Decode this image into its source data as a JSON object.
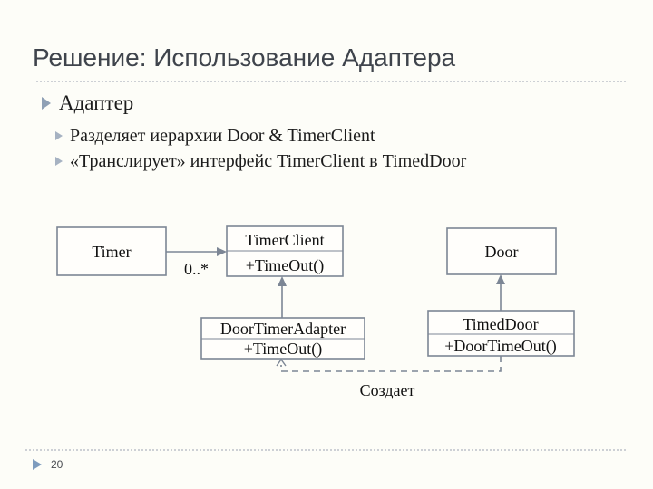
{
  "slide": {
    "title": "Решение: Использование Адаптера",
    "page_number": "20"
  },
  "bullets": {
    "level1": "Адаптер",
    "level2": [
      "Разделяет иерархии Door & TimerClient",
      "«Транслирует» интерфейс TimerClient в TimedDoor"
    ]
  },
  "diagram": {
    "classes": [
      {
        "name": "Timer"
      },
      {
        "name": "TimerClient",
        "method": "+TimeOut()"
      },
      {
        "name": "Door"
      },
      {
        "name": "DoorTimerAdapter",
        "method": "+TimeOut()"
      },
      {
        "name": "TimedDoor",
        "method": "+DoorTimeOut()"
      }
    ],
    "labels": {
      "multiplicity": "0..*",
      "creates": "Создает"
    },
    "relations": [
      {
        "from": "Timer",
        "to": "TimerClient",
        "type": "association",
        "label": "0..*"
      },
      {
        "from": "DoorTimerAdapter",
        "to": "TimerClient",
        "type": "inheritance"
      },
      {
        "from": "TimedDoor",
        "to": "Door",
        "type": "inheritance"
      },
      {
        "from": "TimedDoor",
        "to": "DoorTimerAdapter",
        "type": "dashed-dependency",
        "label": "Создает"
      }
    ]
  },
  "colors": {
    "background": "#fdfdf8",
    "title_text": "#3f444c",
    "diagram_line": "#7c8695",
    "bullet_arrow": "#8fa0b5",
    "footer_arrow": "#7e9cbe"
  }
}
